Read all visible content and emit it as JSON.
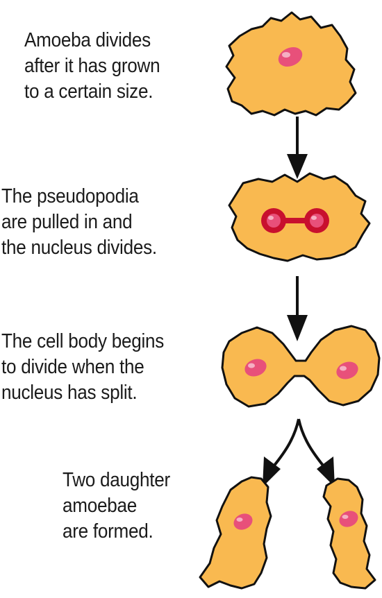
{
  "steps": [
    {
      "lines": [
        "Amoeba divides",
        "after it has grown",
        "to a certain size."
      ]
    },
    {
      "lines": [
        "The pseudopodia",
        "are pulled in and",
        "the nucleus divides."
      ]
    },
    {
      "lines": [
        "The cell body begins",
        "to divide when the",
        "nucleus has split."
      ]
    },
    {
      "lines": [
        "Two daughter",
        "amoebae",
        "are formed."
      ]
    }
  ],
  "colors": {
    "cytoplasm": "#f9b950",
    "outline": "#111111",
    "nucleus": "#e8507a",
    "dividing_nucleus": "#c8102e",
    "arrow": "#111111"
  }
}
